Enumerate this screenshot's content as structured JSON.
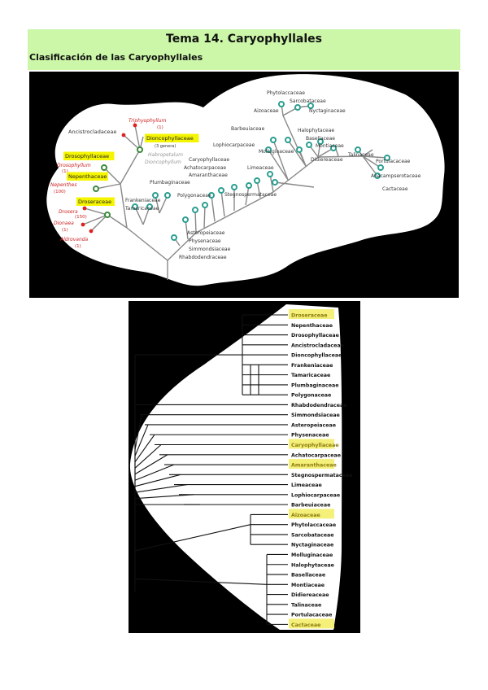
{
  "header": {
    "title": "Tema 14. Caryophyllales",
    "subtitle": "Clasificación de las Caryophyllales",
    "background": "#ccf7a8"
  },
  "figure_top": {
    "labels": [
      {
        "id": "ancistrocladaceae",
        "text": "Ancistrocladaceae",
        "color": "#333333"
      },
      {
        "id": "triphyophyllum",
        "text": "Triphyophyllum",
        "color": "#cc2222"
      },
      {
        "id": "triphyophyllum-count",
        "text": "(1)",
        "color": "#cc2222"
      },
      {
        "id": "dioncophyllaceae",
        "text": "Dioncophyllaceae",
        "color": "#222222",
        "highlight": true
      },
      {
        "id": "dioncophyllaceae-genera",
        "text": "(3 genera)",
        "color": "#333333"
      },
      {
        "id": "habropetalum",
        "text": "Habropetalum",
        "color": "#999999"
      },
      {
        "id": "dioncophyllum",
        "text": "Dioncophyllum",
        "color": "#999999"
      },
      {
        "id": "drosophyllaceae",
        "text": "Drosophyllaceae",
        "color": "#222222",
        "highlight": true
      },
      {
        "id": "drosophyllum",
        "text": "Drosophyllum",
        "color": "#cc2222"
      },
      {
        "id": "drosophyllum-count",
        "text": "(1)",
        "color": "#cc2222"
      },
      {
        "id": "nepenthaceae",
        "text": "Nepenthaceae",
        "color": "#222222",
        "highlight": true
      },
      {
        "id": "nepenthes",
        "text": "Nepenthes",
        "color": "#cc2222"
      },
      {
        "id": "nepenthes-count",
        "text": "(100)",
        "color": "#cc2222"
      },
      {
        "id": "droseraceae",
        "text": "Droseraceae",
        "color": "#222222",
        "highlight": true
      },
      {
        "id": "drosera",
        "text": "Drosera",
        "color": "#cc2222"
      },
      {
        "id": "drosera-count",
        "text": "(150)",
        "color": "#cc2222"
      },
      {
        "id": "dionaea",
        "text": "Dionaea",
        "color": "#cc2222"
      },
      {
        "id": "dionaea-count",
        "text": "(1)",
        "color": "#cc2222"
      },
      {
        "id": "aldrovanda",
        "text": "Aldrovanda",
        "color": "#cc2222"
      },
      {
        "id": "aldrovanda-count",
        "text": "(1)",
        "color": "#cc2222"
      },
      {
        "id": "frankeniaceae",
        "text": "Frankeniaceae",
        "color": "#333333"
      },
      {
        "id": "tamaricaceae",
        "text": "Tamaricaceae",
        "color": "#333333"
      },
      {
        "id": "plumbaginaceae",
        "text": "Plumbaginaceae",
        "color": "#333333"
      },
      {
        "id": "polygonaceae",
        "text": "Polygonaceae",
        "color": "#333333"
      },
      {
        "id": "caryophyllaceae",
        "text": "Caryophyllaceae",
        "color": "#333333"
      },
      {
        "id": "achatocarpaceae",
        "text": "Achatocarpaceae",
        "color": "#333333"
      },
      {
        "id": "amaranthaceae",
        "text": "Amaranthaceae",
        "color": "#333333"
      },
      {
        "id": "stegnospermataceae",
        "text": "Stegnospermataceae",
        "color": "#333333"
      },
      {
        "id": "limeaceae",
        "text": "Limeaceae",
        "color": "#333333"
      },
      {
        "id": "molluginaceae",
        "text": "Molluginaceae",
        "color": "#333333"
      },
      {
        "id": "lophiocarpaceae",
        "text": "Lophiocarpaceae",
        "color": "#333333"
      },
      {
        "id": "barbeuiaceae",
        "text": "Barbeuiaceae",
        "color": "#333333"
      },
      {
        "id": "aizoaceae",
        "text": "Aizoaceae",
        "color": "#333333"
      },
      {
        "id": "phytolaccaceae",
        "text": "Phytolaccaceae",
        "color": "#333333"
      },
      {
        "id": "sarcobataceae",
        "text": "Sarcobataceae",
        "color": "#333333"
      },
      {
        "id": "nyctaginaceae",
        "text": "Nyctaginaceae",
        "color": "#333333"
      },
      {
        "id": "halophytaceae",
        "text": "Halophytaceae",
        "color": "#333333"
      },
      {
        "id": "basellaceae",
        "text": "Basellaceae",
        "color": "#333333"
      },
      {
        "id": "montiaceae",
        "text": "Montiaceae",
        "color": "#333333"
      },
      {
        "id": "didiereaceae",
        "text": "Didiereaceae",
        "color": "#333333"
      },
      {
        "id": "talinaceae",
        "text": "Talinaceae",
        "color": "#333333"
      },
      {
        "id": "portulacaceae",
        "text": "Portulacaceae",
        "color": "#333333"
      },
      {
        "id": "anacampserotaceae",
        "text": "Anacampserotaceae",
        "color": "#333333"
      },
      {
        "id": "cactaceae",
        "text": "Cactaceae",
        "color": "#333333"
      },
      {
        "id": "asteropeiaceae",
        "text": "Asteropeiaceae",
        "color": "#333333"
      },
      {
        "id": "physenaceae",
        "text": "Physenaceae",
        "color": "#333333"
      },
      {
        "id": "simmondsiaceae",
        "text": "Simmondsiaceae",
        "color": "#333333"
      },
      {
        "id": "rhabdodendraceae",
        "text": "Rhabdodendraceae",
        "color": "#333333"
      }
    ],
    "highlight_color": "#f5f500"
  },
  "figure_bottom": {
    "taxa": [
      {
        "name": "Droseraceae",
        "highlight": true
      },
      {
        "name": "Nepenthaceae",
        "highlight": false
      },
      {
        "name": "Drosophyllaceae",
        "highlight": false
      },
      {
        "name": "Ancistrocladaceae",
        "highlight": false
      },
      {
        "name": "Dioncophyllaceae",
        "highlight": false
      },
      {
        "name": "Frankeniaceae",
        "highlight": false
      },
      {
        "name": "Tamaricaceae",
        "highlight": false
      },
      {
        "name": "Plumbaginaceae",
        "highlight": false
      },
      {
        "name": "Polygonaceae",
        "highlight": false
      },
      {
        "name": "Rhabdodendraceae",
        "highlight": false
      },
      {
        "name": "Simmondsiaceae",
        "highlight": false
      },
      {
        "name": "Asteropeiaceae",
        "highlight": false
      },
      {
        "name": "Physenaceae",
        "highlight": false
      },
      {
        "name": "Caryophyllaceae",
        "highlight": true
      },
      {
        "name": "Achatocarpaceae",
        "highlight": false
      },
      {
        "name": "Amaranthaceae",
        "highlight": true
      },
      {
        "name": "Stegnospermataceae",
        "highlight": false
      },
      {
        "name": "Limeaceae",
        "highlight": false
      },
      {
        "name": "Lophiocarpaceae",
        "highlight": false
      },
      {
        "name": "Barbeuiaceae",
        "highlight": false
      },
      {
        "name": "Aizoaceae",
        "highlight": true
      },
      {
        "name": "Phytolaccaceae",
        "highlight": false
      },
      {
        "name": "Sarcobataceae",
        "highlight": false
      },
      {
        "name": "Nyctaginaceae",
        "highlight": false
      },
      {
        "name": "Molluginaceae",
        "highlight": false
      },
      {
        "name": "Halophytaceae",
        "highlight": false
      },
      {
        "name": "Basellaceae",
        "highlight": false
      },
      {
        "name": "Montiaceae",
        "highlight": false
      },
      {
        "name": "Didiereaceae",
        "highlight": false
      },
      {
        "name": "Talinaceae",
        "highlight": false
      },
      {
        "name": "Portulacaceae",
        "highlight": false
      },
      {
        "name": "Cactaceae",
        "highlight": true
      }
    ],
    "highlight_color": "#f5f07a"
  }
}
